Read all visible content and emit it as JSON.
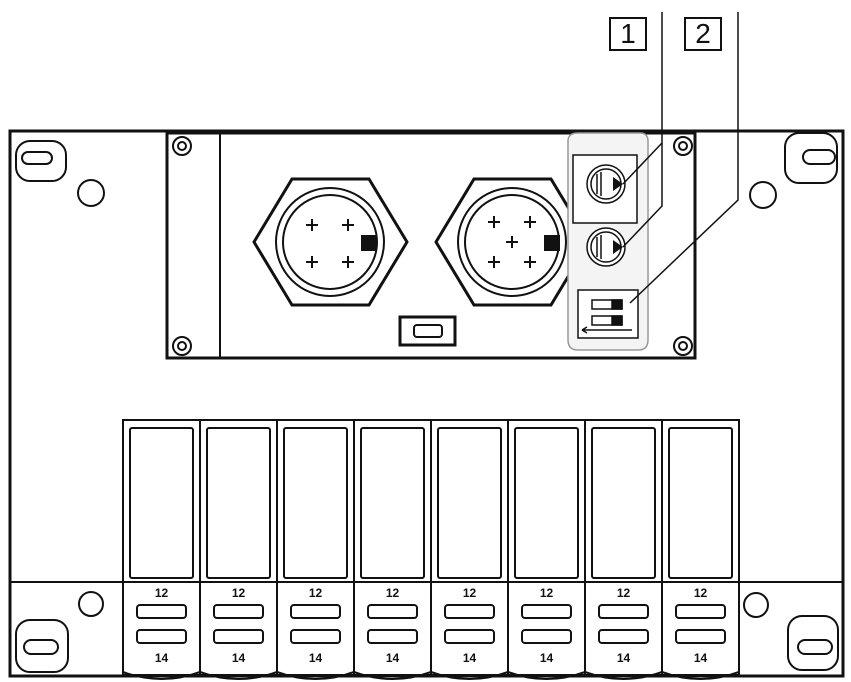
{
  "callouts": [
    {
      "id": "1"
    },
    {
      "id": "2"
    }
  ],
  "valve_labels": {
    "top_port": "12",
    "bottom_port": "14"
  },
  "valve_count": 8,
  "colors": {
    "line": "#111111",
    "background": "#ffffff",
    "highlight": "#d8d8d8"
  }
}
